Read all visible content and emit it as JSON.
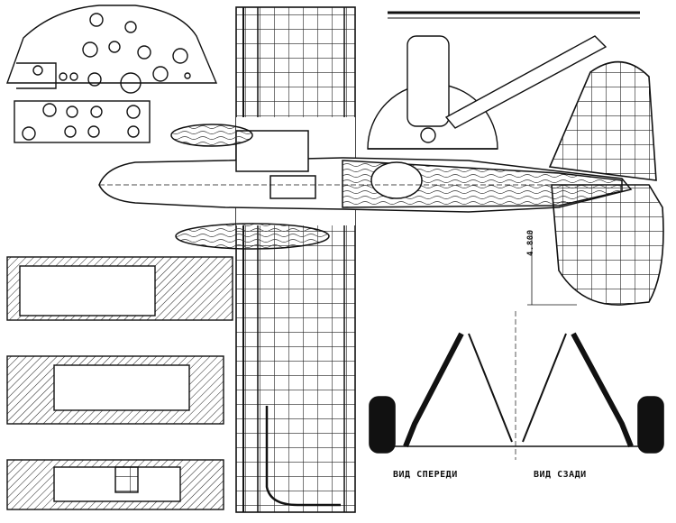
{
  "labels": {
    "front_view": "ВИД СПЕРЕДИ",
    "rear_view": "ВИД СЗАДИ",
    "dimension": "4.800"
  },
  "colors": {
    "ink": "#111111",
    "paper": "#ffffff",
    "hatch": "#222222"
  }
}
